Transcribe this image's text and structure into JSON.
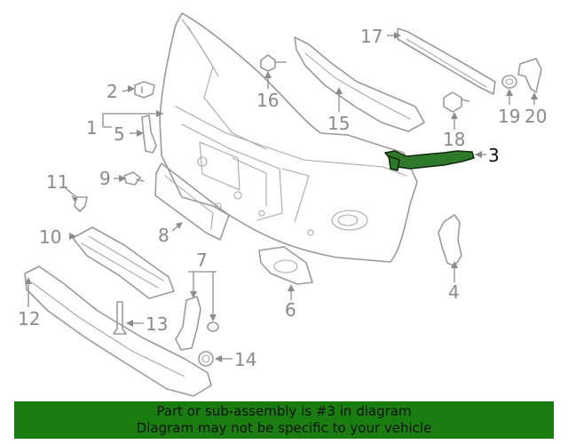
{
  "labels": {
    "p1": "1",
    "p2": "2",
    "p3": "3",
    "p4": "4",
    "p5": "5",
    "p6": "6",
    "p7": "7",
    "p8": "8",
    "p9": "9",
    "p10": "10",
    "p11": "11",
    "p12": "12",
    "p13": "13",
    "p14": "14",
    "p15": "15",
    "p16": "16",
    "p17": "17",
    "p18": "18",
    "p19": "19",
    "p20": "20"
  },
  "highlighted_part": "3",
  "colors": {
    "highlight": "#2f7a2a",
    "banner": "#1a7d10",
    "line": "#9a9a9a"
  },
  "banner": {
    "line1": "Part or sub-assembly is #3 in diagram",
    "line2": "Diagram may not be specific to your vehicle"
  }
}
